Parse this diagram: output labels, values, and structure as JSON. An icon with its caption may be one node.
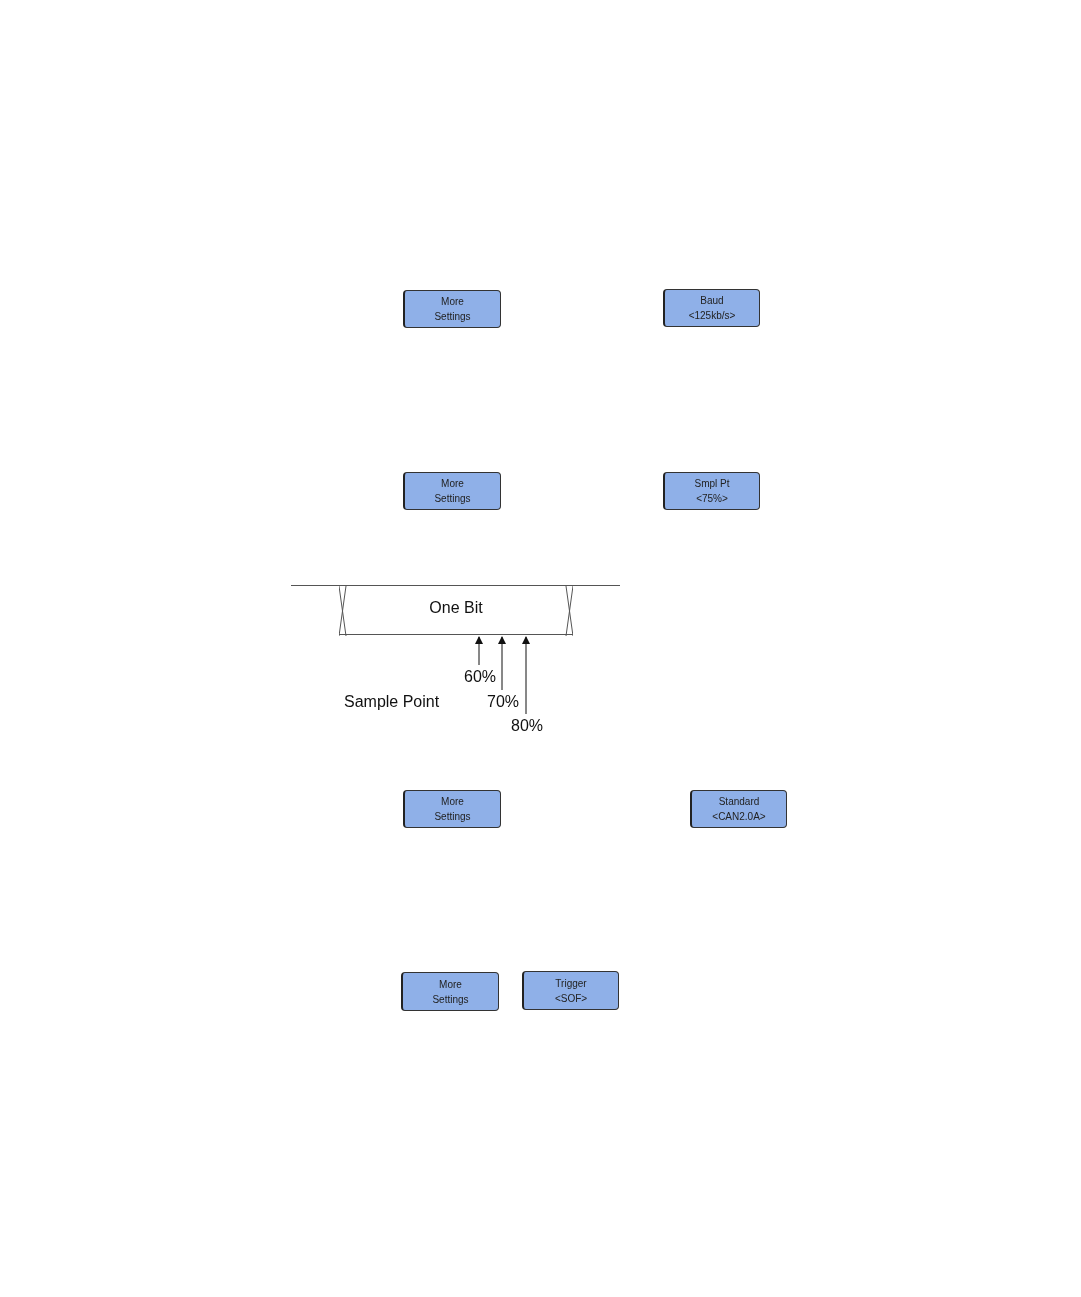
{
  "diagram": {
    "nodes": [
      {
        "text": [
          "More Settings"
        ]
      },
      {
        "text": [
          "Baud <125kb/s>"
        ]
      },
      {
        "text": [
          "More Settings"
        ]
      },
      {
        "text": [
          "Smpl Pt <75%>"
        ]
      },
      {
        "text": [
          "One Bit"
        ]
      },
      {
        "text": [
          "60%"
        ]
      },
      {
        "text": [
          "70%"
        ]
      },
      {
        "text": [
          "80%"
        ]
      },
      {
        "text": [
          "More Settings"
        ]
      },
      {
        "text": [
          "Standard <CAN2.0A>"
        ]
      },
      {
        "text": [
          "More Settings"
        ]
      },
      {
        "text": [
          "Trigger <SOF>"
        ]
      }
    ],
    "edges": [
      {
        "from": 5,
        "to": 4,
        "arrow": "to"
      },
      {
        "from": 6,
        "to": 4,
        "arrow": "to"
      },
      {
        "from": 7,
        "to": 4,
        "arrow": "to"
      }
    ],
    "labels": [
      "Sample Point"
    ]
  }
}
